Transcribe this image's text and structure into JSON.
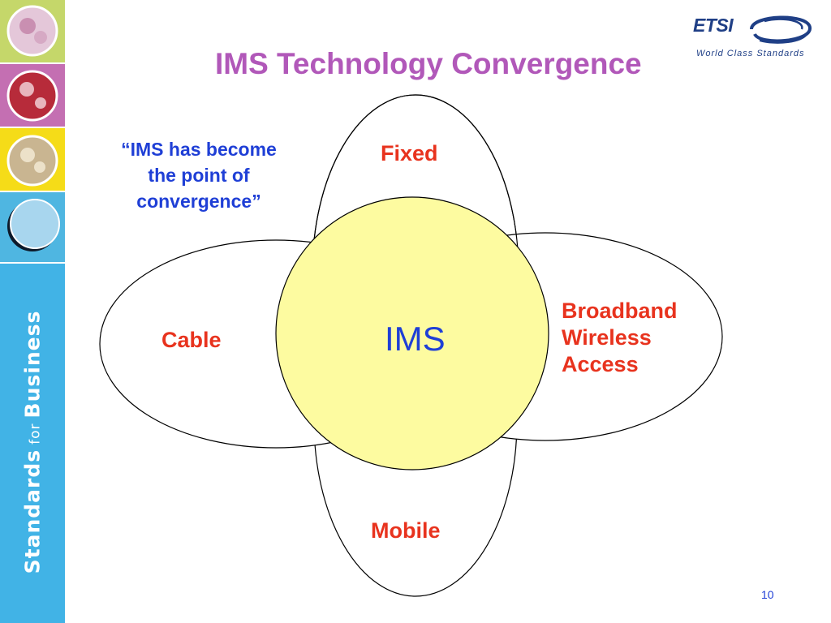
{
  "title": "IMS Technology Convergence",
  "quote": [
    "“IMS has become",
    "the point of",
    "convergence”"
  ],
  "diagram": {
    "center": "IMS",
    "fixed": "Fixed",
    "cable": "Cable",
    "broadband": [
      "Broadband",
      "Wireless",
      "Access"
    ],
    "mobile": "Mobile"
  },
  "logo": {
    "word": "ETSI",
    "tagline": "World Class Standards"
  },
  "sidebar": {
    "word1": "Standards",
    "word2": "for",
    "word3": "Business"
  },
  "page_number": "10",
  "colors": {
    "title": "#b158b9",
    "quote": "#1f3fd6",
    "labels": "#e8331e",
    "ims_fill": "#fdfba0",
    "sidebar": "#41b3e6"
  }
}
